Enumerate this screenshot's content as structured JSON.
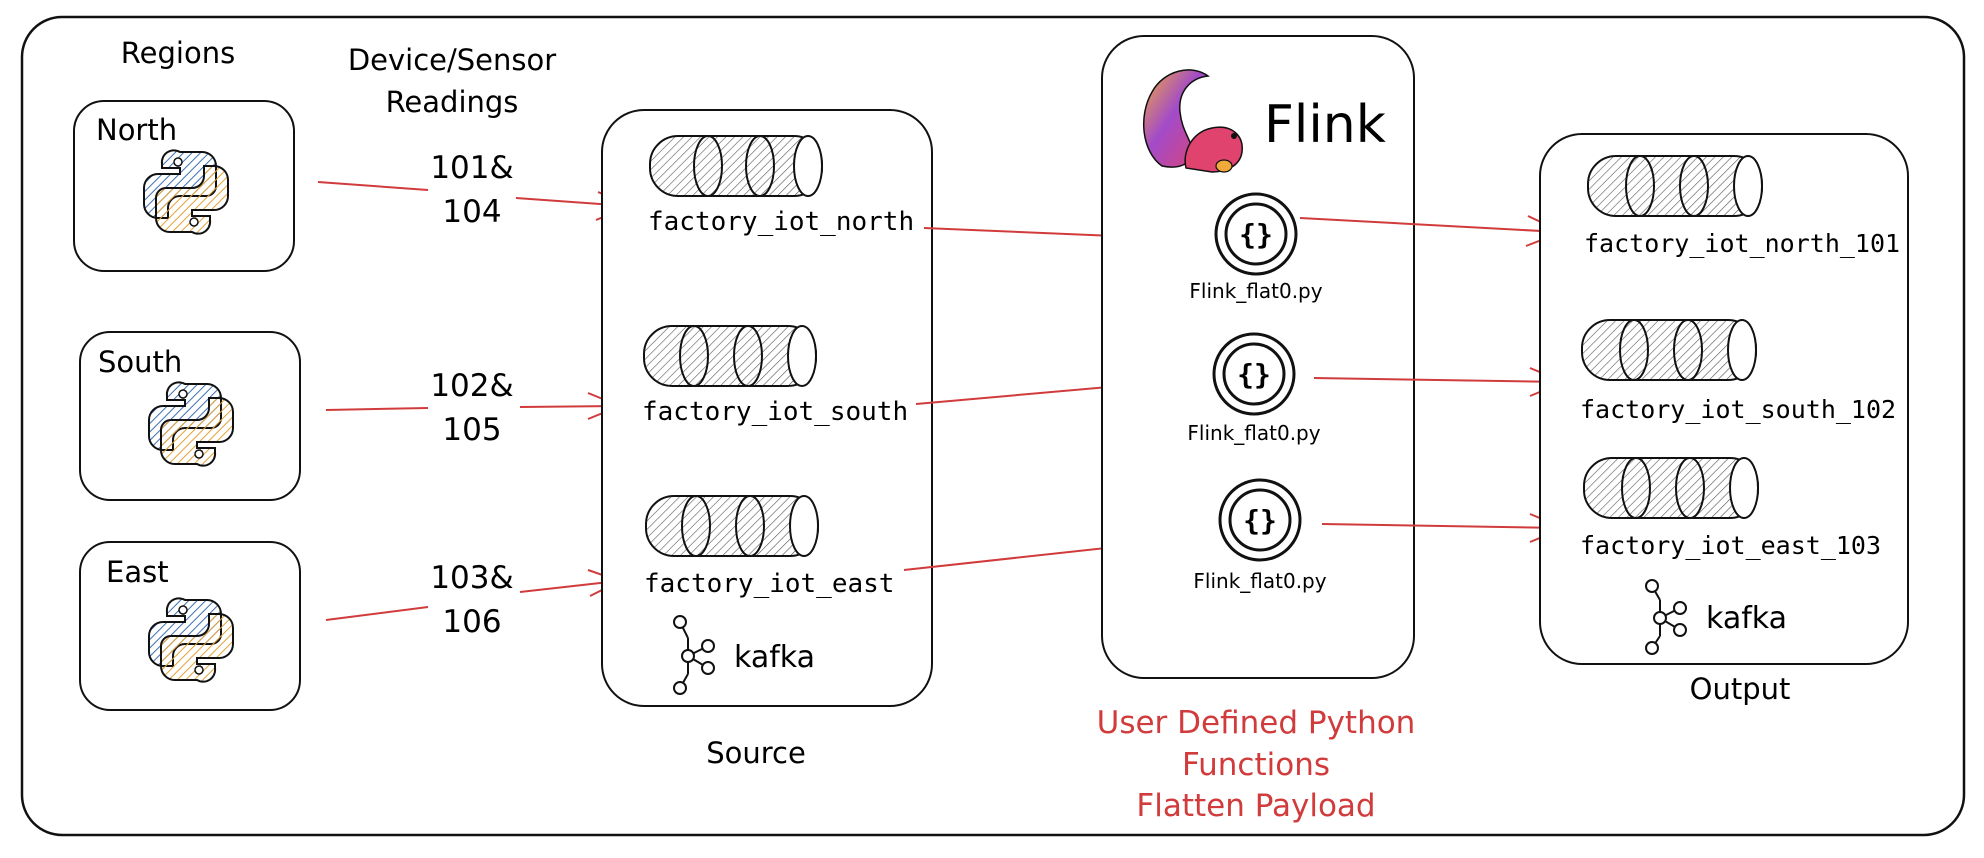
{
  "labels": {
    "regions": "Regions",
    "readings_line1": "Device/Sensor",
    "readings_line2": "Readings",
    "source": "Source",
    "output": "Output",
    "udf_line1": "User Defined Python",
    "udf_line2": "Functions",
    "udf_line3": "Flatten Payload",
    "flink_title": "Flink",
    "kafka": "kafka"
  },
  "regions": [
    {
      "name": "North",
      "devices_line1": "101&",
      "devices_line2": "104"
    },
    {
      "name": "South",
      "devices_line1": "102&",
      "devices_line2": "105"
    },
    {
      "name": "East",
      "devices_line1": "103&",
      "devices_line2": "106"
    }
  ],
  "source_topics": [
    "factory_iot_north",
    "factory_iot_south",
    "factory_iot_east"
  ],
  "udfs": [
    "Flink_flat0.py",
    "Flink_flat0.py",
    "Flink_flat0.py"
  ],
  "output_topics": [
    "factory_iot_north_101",
    "factory_iot_south_102",
    "factory_iot_east_103"
  ],
  "colors": {
    "arrow": "#d13b3b",
    "udf_text": "#d13b3b",
    "python_blue": "#3f72b5",
    "python_yellow": "#e3a33a",
    "flink_pink": "#d9468a",
    "flink_purple": "#7b4bc4"
  },
  "icons": {
    "region": "python-logo-icon",
    "topic": "kafka-topic-cylinder-icon",
    "udf": "code-braces-icon",
    "flink": "flink-squirrel-icon",
    "kafka": "kafka-logo-icon"
  }
}
